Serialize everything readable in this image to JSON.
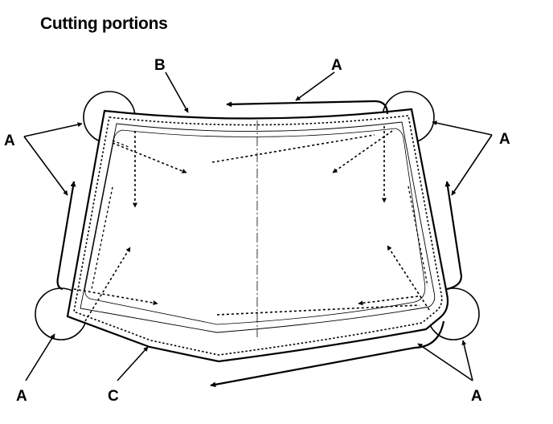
{
  "title": "Cutting portions",
  "labels": {
    "a": "A",
    "b": "B",
    "c": "C"
  }
}
